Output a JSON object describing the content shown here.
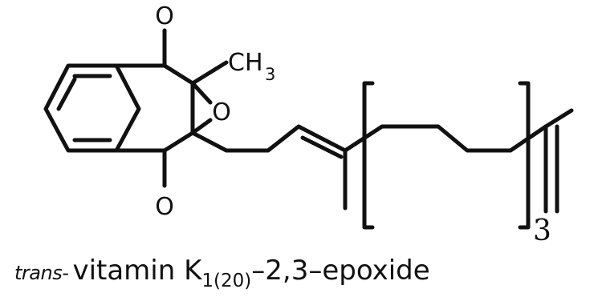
{
  "molecule": {
    "atoms": {
      "carbonyl_top_oxygen": "O",
      "carbonyl_bottom_oxygen": "O",
      "epoxide_oxygen": "O",
      "methyl_carbon": "CH",
      "methyl_subscript": "3"
    },
    "repeat_count": "3"
  },
  "caption": {
    "prefix": "trans-",
    "name": "vitamin K",
    "subscript": "1(20)",
    "suffix": "–2,3–epoxide"
  }
}
